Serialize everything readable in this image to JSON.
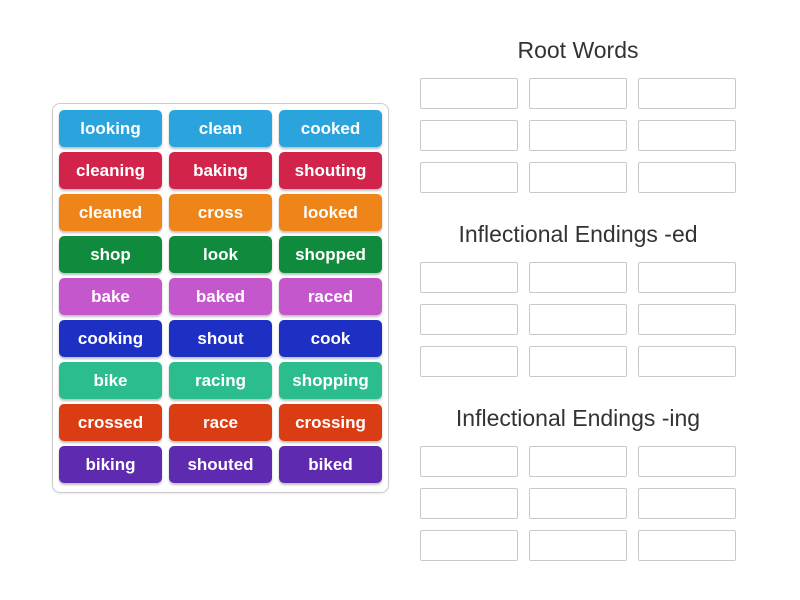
{
  "page": {
    "background": "#ffffff"
  },
  "palette": {
    "tile_text": "#ffffff",
    "group_title_text": "#333333",
    "slot_border": "#c9c9c9",
    "panel_border": "#cccccc",
    "tile_row_colors": {
      "blue": "#2ba3dc",
      "crimson": "#d2234a",
      "orange": "#ef8418",
      "green": "#108a3c",
      "orchid": "#c557cd",
      "royal_blue": "#1e30c3",
      "teal": "#2cbd8e",
      "vermilion": "#da3c14",
      "purple": "#5e2ab0"
    }
  },
  "word_bank": {
    "tiles": [
      {
        "label": "looking",
        "color": "#2ba3dc"
      },
      {
        "label": "clean",
        "color": "#2ba3dc"
      },
      {
        "label": "cooked",
        "color": "#2ba3dc"
      },
      {
        "label": "cleaning",
        "color": "#d2234a"
      },
      {
        "label": "baking",
        "color": "#d2234a"
      },
      {
        "label": "shouting",
        "color": "#d2234a"
      },
      {
        "label": "cleaned",
        "color": "#ef8418"
      },
      {
        "label": "cross",
        "color": "#ef8418"
      },
      {
        "label": "looked",
        "color": "#ef8418"
      },
      {
        "label": "shop",
        "color": "#108a3c"
      },
      {
        "label": "look",
        "color": "#108a3c"
      },
      {
        "label": "shopped",
        "color": "#108a3c"
      },
      {
        "label": "bake",
        "color": "#c557cd"
      },
      {
        "label": "baked",
        "color": "#c557cd"
      },
      {
        "label": "raced",
        "color": "#c557cd"
      },
      {
        "label": "cooking",
        "color": "#1e30c3"
      },
      {
        "label": "shout",
        "color": "#1e30c3"
      },
      {
        "label": "cook",
        "color": "#1e30c3"
      },
      {
        "label": "bike",
        "color": "#2cbd8e"
      },
      {
        "label": "racing",
        "color": "#2cbd8e"
      },
      {
        "label": "shopping",
        "color": "#2cbd8e"
      },
      {
        "label": "crossed",
        "color": "#da3c14"
      },
      {
        "label": "race",
        "color": "#da3c14"
      },
      {
        "label": "crossing",
        "color": "#da3c14"
      },
      {
        "label": "biking",
        "color": "#5e2ab0"
      },
      {
        "label": "shouted",
        "color": "#5e2ab0"
      },
      {
        "label": "biked",
        "color": "#5e2ab0"
      }
    ]
  },
  "groups": [
    {
      "title": "Root Words",
      "slot_count": 9
    },
    {
      "title": "Inflectional Endings -ed",
      "slot_count": 9
    },
    {
      "title": "Inflectional Endings -ing",
      "slot_count": 9
    }
  ]
}
